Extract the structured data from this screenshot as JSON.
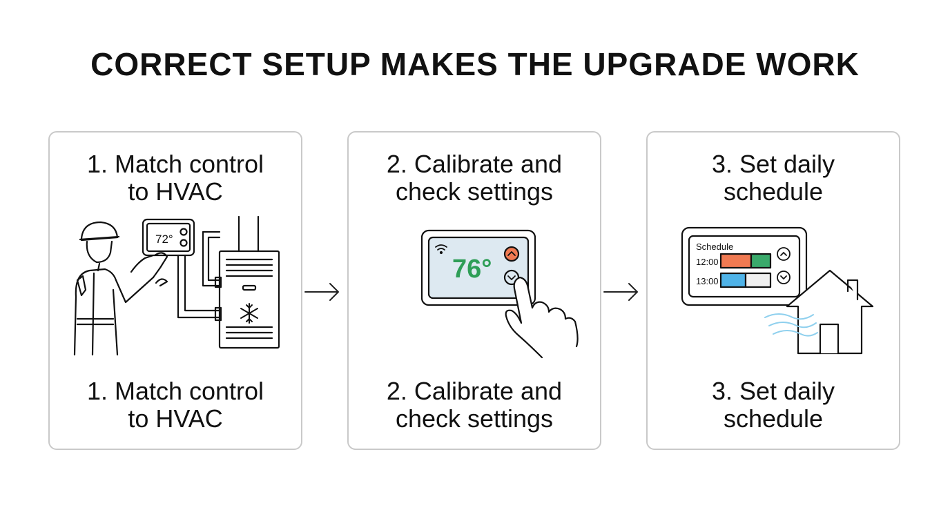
{
  "title": "CORRECT SETUP MAKES THE UPGRADE WORK",
  "steps": [
    {
      "label_line1": "1. Match control",
      "label_line2": "to HVAC",
      "thermostat_reading": "72°"
    },
    {
      "label_line1": "2. Calibrate and",
      "label_line2": "check settings",
      "thermostat_reading": "76°"
    },
    {
      "label_line1": "3. Set daily",
      "label_line2": "schedule",
      "schedule_title": "Schedule",
      "schedule_rows": [
        {
          "time": "12:00",
          "colors": [
            "#f07a52",
            "#3aaa6b"
          ]
        },
        {
          "time": "13:00",
          "colors": [
            "#4fb3e8",
            "#f0f0f0"
          ]
        }
      ]
    }
  ],
  "colors": {
    "accent_green": "#2e9e57",
    "button_orange": "#f07a52",
    "screen_blue": "#dde9f1",
    "airflow_blue": "#8fd0ee"
  },
  "icons": [
    "technician-icon",
    "furnace-icon",
    "snowflake-icon",
    "wifi-icon",
    "hand-pointer-icon",
    "house-icon",
    "airflow-icon",
    "chevron-up-icon",
    "chevron-down-icon",
    "arrow-right-icon"
  ]
}
